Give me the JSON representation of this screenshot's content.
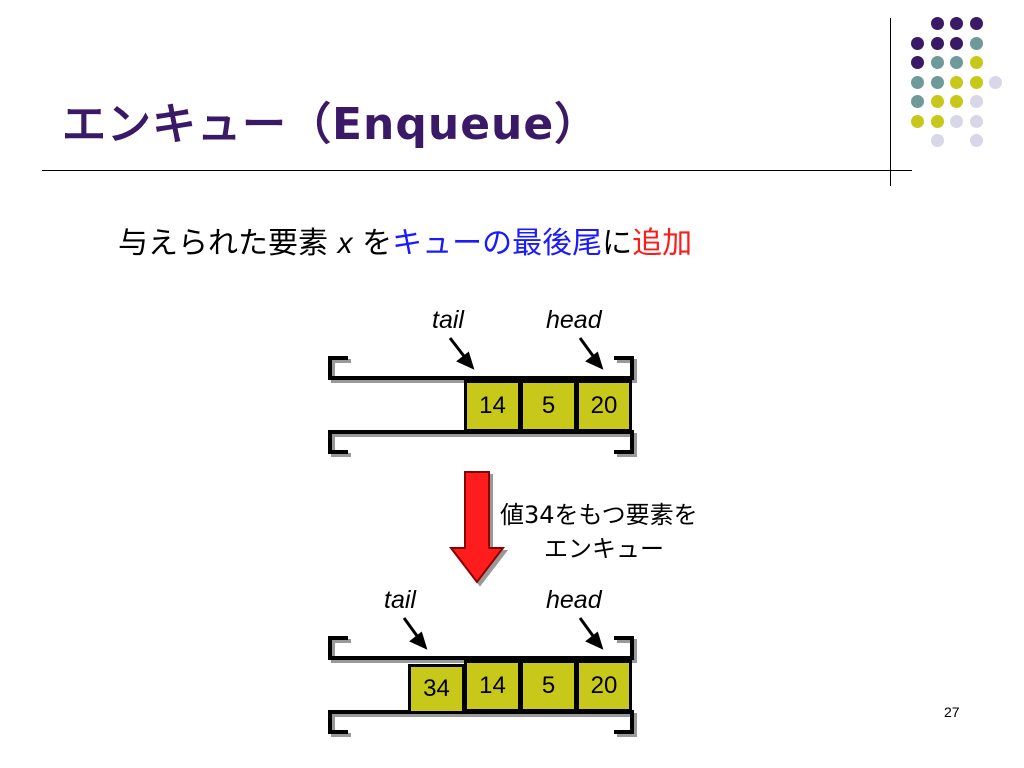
{
  "slide": {
    "title": "エンキュー（Enqueue）",
    "subtitle": {
      "part1": "与えられた要素 ",
      "var": "x",
      "part2": " を",
      "part3_blue": "キューの最後尾",
      "part4": "に",
      "part5_red": "追加"
    },
    "page_number": "27"
  },
  "colors": {
    "title": "#3a1a66",
    "cell_fill": "#c8c81a",
    "arrow": "#ff1a1a",
    "dot_purple": "#3a1a66",
    "dot_teal": "#6f9a9a",
    "dot_olive": "#c8c81a",
    "dot_lilac": "#d7d7e8"
  },
  "queue_before": {
    "tail_label": "tail",
    "head_label": "head",
    "cells": [
      "14",
      "5",
      "20"
    ]
  },
  "queue_after": {
    "tail_label": "tail",
    "head_label": "head",
    "cells": [
      "34",
      "14",
      "5",
      "20"
    ]
  },
  "transition": {
    "caption_line1": "値34をもつ要素を",
    "caption_line2": "エンキュー"
  }
}
